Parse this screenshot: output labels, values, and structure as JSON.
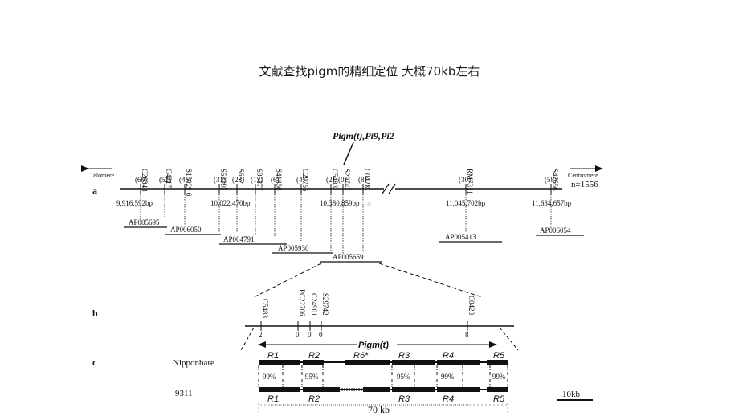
{
  "slide_title": "文献查找pigm的精细定位 大概70kb左右",
  "panel_a": {
    "label": "a",
    "gene_label": "Pigm(t),Pi9,Pi2",
    "telomere": "Telomere",
    "centromere": "Centromere",
    "n": "n=1556",
    "markers": [
      {
        "name": "C26348",
        "count": "(60)"
      },
      {
        "name": "C4217",
        "count": "(52)"
      },
      {
        "name": "S15029 6",
        "count": "(45)"
      },
      {
        "name": "S53395",
        "count": "(31)"
      },
      {
        "name": "S652",
        "count": "(23)"
      },
      {
        "name": "S95477",
        "count": "(13)"
      },
      {
        "name": "S41856",
        "count": "(6)"
      },
      {
        "name": "C29755",
        "count": "(4)"
      },
      {
        "name": "C5483",
        "count": "(2)"
      },
      {
        "name": "S29742",
        "count": "(0)"
      },
      {
        "name": "C0428",
        "count": "(8)"
      },
      {
        "name": "RM7311",
        "count": "(30)"
      },
      {
        "name": "S47656",
        "count": "(58)"
      }
    ],
    "positions": [
      "9,916,592bp",
      "10,022,470bp",
      "10,380,859bp",
      "11,045,702bp",
      "11,634,657bp"
    ],
    "bacs": [
      "AP005695",
      "AP006050",
      "AP004791",
      "AP005930",
      "AP005659",
      "AP005413",
      "AP006054"
    ]
  },
  "panel_b": {
    "label": "b",
    "markers": [
      {
        "name": "C5483",
        "count": "2"
      },
      {
        "name": "PC22706",
        "count": "0"
      },
      {
        "name": "C24901",
        "count": "0"
      },
      {
        "name": "S29742",
        "count": "0"
      },
      {
        "name": "C0428",
        "count": "8"
      }
    ],
    "interval_label": "Pigm(t)"
  },
  "panel_c": {
    "label": "c",
    "top_genome": "Nipponbare",
    "bottom_genome": "9311",
    "top_regions": [
      "R1",
      "R2",
      "R6*",
      "R3",
      "R4",
      "R5"
    ],
    "bottom_regions": [
      "R1",
      "R2",
      "R3",
      "R4",
      "R5"
    ],
    "identities": [
      "99%",
      "95%",
      "95%",
      "99%",
      "99%"
    ],
    "span_label": "70 kb",
    "scale_label": "10kb"
  }
}
